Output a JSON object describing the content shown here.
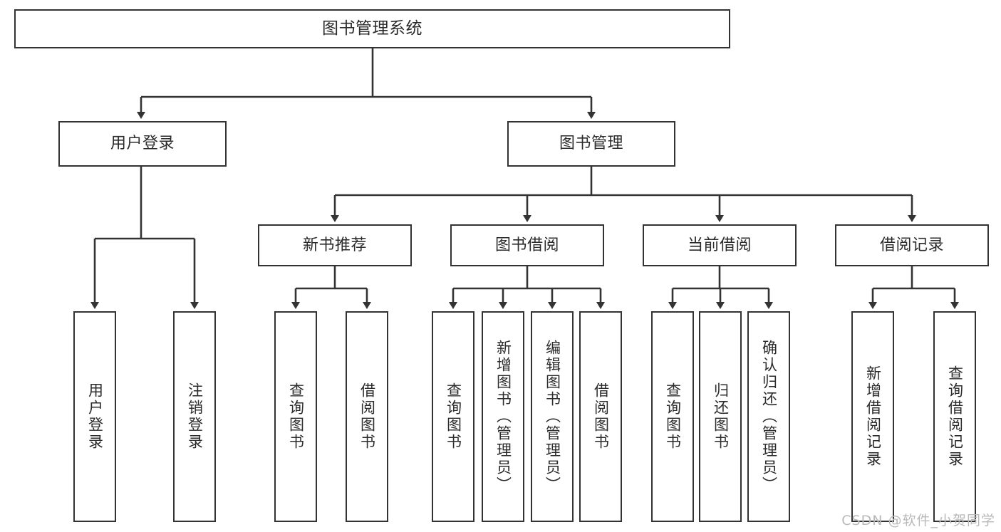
{
  "diagram": {
    "title": "图书管理系统",
    "type": "tree",
    "watermark": "CSDN @软件_小贺同学",
    "colors": {
      "box_border": "#333333",
      "box_fill": "#ffffff",
      "line": "#333333",
      "text": "#2b2b2b",
      "watermark": "#b9b9b9"
    },
    "levels": {
      "root": {
        "label": "图书管理系统"
      },
      "level2": [
        {
          "id": "user-login",
          "label": "用户登录"
        },
        {
          "id": "book-manage",
          "label": "图书管理"
        }
      ],
      "level3": [
        {
          "id": "new-book-rec",
          "label": "新书推荐",
          "parent": "book-manage"
        },
        {
          "id": "book-borrow",
          "label": "图书借阅",
          "parent": "book-manage"
        },
        {
          "id": "current-borrow",
          "label": "当前借阅",
          "parent": "book-manage"
        },
        {
          "id": "borrow-record",
          "label": "借阅记录",
          "parent": "book-manage"
        }
      ],
      "leaves": [
        {
          "id": "leaf-user-login",
          "label": "用户登录",
          "parent": "user-login"
        },
        {
          "id": "leaf-logout",
          "label": "注销登录",
          "parent": "user-login"
        },
        {
          "id": "leaf-query-book-1",
          "label": "查询图书",
          "parent": "new-book-rec"
        },
        {
          "id": "leaf-borrow-book-1",
          "label": "借阅图书",
          "parent": "new-book-rec"
        },
        {
          "id": "leaf-query-book-2",
          "label": "查询图书",
          "parent": "book-borrow"
        },
        {
          "id": "leaf-add-book",
          "label": "新增图书（管理员）",
          "parent": "book-borrow"
        },
        {
          "id": "leaf-edit-book",
          "label": "编辑图书（管理员）",
          "parent": "book-borrow"
        },
        {
          "id": "leaf-borrow-book-2",
          "label": "借阅图书",
          "parent": "book-borrow"
        },
        {
          "id": "leaf-query-book-3",
          "label": "查询图书",
          "parent": "current-borrow"
        },
        {
          "id": "leaf-return-book",
          "label": "归还图书",
          "parent": "current-borrow"
        },
        {
          "id": "leaf-confirm-return",
          "label": "确认归还（管理员）",
          "parent": "current-borrow"
        },
        {
          "id": "leaf-add-record",
          "label": "新增借阅记录",
          "parent": "borrow-record"
        },
        {
          "id": "leaf-query-record",
          "label": "查询借阅记录",
          "parent": "borrow-record"
        }
      ]
    }
  }
}
